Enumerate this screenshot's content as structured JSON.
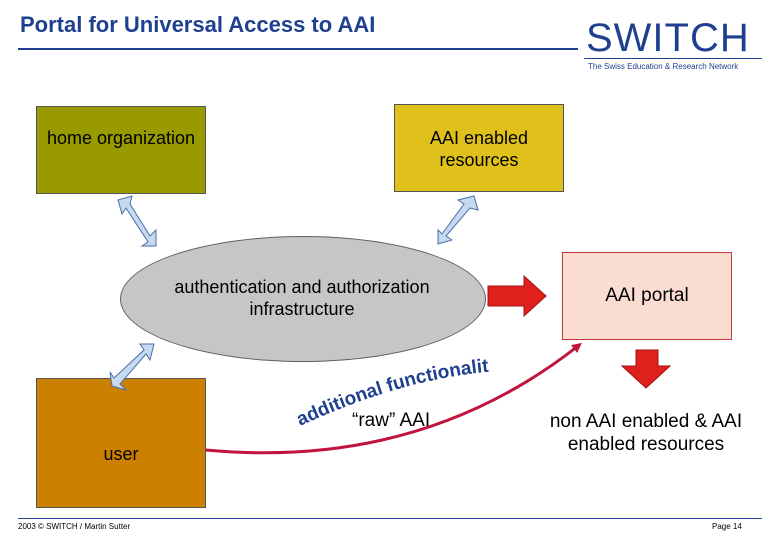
{
  "header": {
    "title": "Portal for Universal Access to AAI",
    "logo_word": "SWITCH",
    "logo_tagline": "The Swiss Education & Research Network"
  },
  "boxes": {
    "home_organization": "home organization",
    "aai_enabled_resources": "AAI enabled resources",
    "user": "user",
    "aai_portal": "AAI portal"
  },
  "ellipse": {
    "label": "authentication and authorization infrastructure"
  },
  "labels": {
    "additional_functionality": "additional functionality",
    "raw_aai": "“raw” AAI",
    "non_aai_resources": "non AAI enabled & AAI enabled resources"
  },
  "footer": {
    "left": "2003 © SWITCH / Martin Sutter",
    "right": "Page 14"
  },
  "colors": {
    "title_blue": "#1f3f8f",
    "home_box": "#999900",
    "resources_box": "#e0c11b",
    "user_box": "#cc8000",
    "portal_box": "#fbdcd0",
    "ellipse": "#c6c6c6",
    "double_arrow": "#c6d9f1",
    "red_arrow": "#e0201c",
    "curve": "#c0143c"
  }
}
